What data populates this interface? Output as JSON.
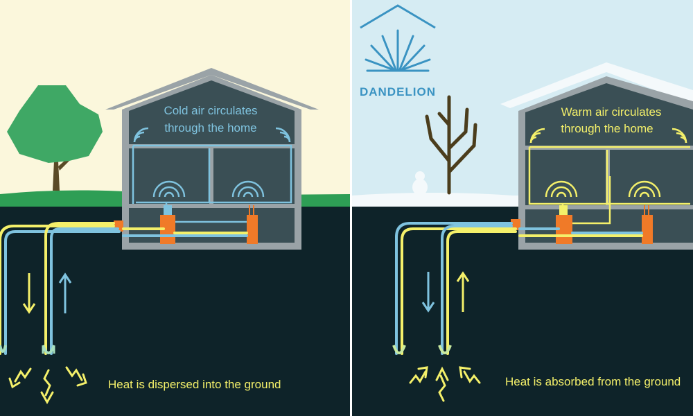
{
  "brand": {
    "name": "DANDELION"
  },
  "panels": {
    "summer": {
      "house_caption": [
        "Cold air circulates",
        "through the home"
      ],
      "ground_caption": "Heat is dispersed into the ground"
    },
    "winter": {
      "house_caption": [
        "Warm air circulates",
        "through the home"
      ],
      "ground_caption": "Heat is absorbed from the ground"
    }
  },
  "colors": {
    "summer_sky": "#fbf7dc",
    "winter_sky": "#d6ecf3",
    "ground": "#0e2329",
    "grass": "#2e9e55",
    "snow": "#f4f9fb",
    "house_wall": "#9aa3a7",
    "house_interior": "#3a4f55",
    "cold_pipe": "#7fc3df",
    "warm_pipe": "#f4f06a",
    "unit_orange": "#f07a28",
    "tree": "#3fa865",
    "trunk": "#5a4a26",
    "bare_tree": "#4b3d1c",
    "brand_blue": "#3a93c2"
  }
}
